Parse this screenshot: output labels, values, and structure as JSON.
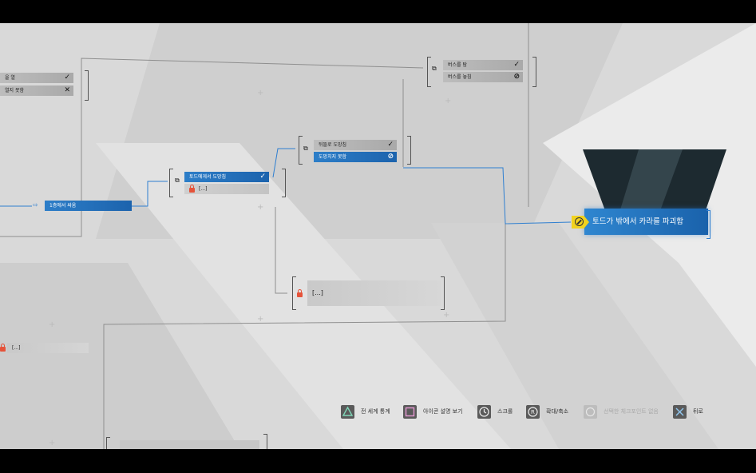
{
  "nodes": {
    "top_left_1": "을 열",
    "top_left_2": "열지 못함",
    "fight": "1층에서 싸움",
    "tode_flee": "토드에게서 도망침",
    "tode_locked": "[...]",
    "run_window": "뒤뜰로 도망침",
    "run_fail": "도망치지 못함",
    "bus_board": "버스를 탐",
    "bus_miss": "버스를 놓침",
    "mid_locked": "[...]",
    "left_locked": "[...]"
  },
  "result": {
    "label": "토드가 밖에서 카라를 파괴함"
  },
  "hints": [
    {
      "icon": "triangle-icon",
      "label": "전 세계 통계"
    },
    {
      "icon": "square-icon",
      "label": "아이콘 설명 보기"
    },
    {
      "icon": "clock-icon",
      "label": "스크롤"
    },
    {
      "icon": "r-button-icon",
      "label": "확대/축소"
    },
    {
      "icon": "circle-icon",
      "label": "선택한 체크포인트 없음"
    },
    {
      "icon": "cross-icon",
      "label": "뒤로"
    }
  ],
  "colors": {
    "accent": "#1f6fbf",
    "locked": "#e5533a",
    "badge": "#f1d21f",
    "background": "#d9d9d9"
  }
}
